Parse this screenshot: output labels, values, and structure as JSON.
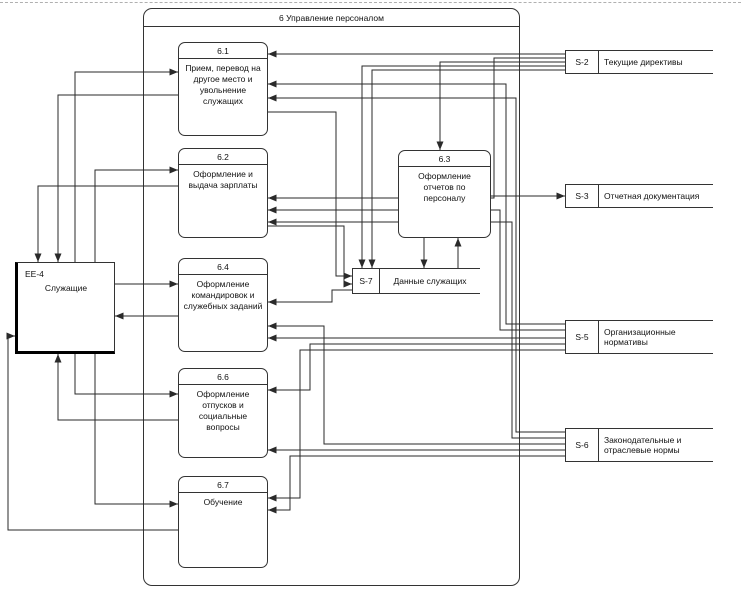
{
  "diagram": {
    "title": "6 Управление персоналом",
    "processes": [
      {
        "id": "6.1",
        "label": "Прием, перевод на другое место и увольнение служащих"
      },
      {
        "id": "6.2",
        "label": "Оформление и выдача зарплаты"
      },
      {
        "id": "6.3",
        "label": "Оформление отчетов по персоналу"
      },
      {
        "id": "6.4",
        "label": "Оформление командировок и служебных заданий"
      },
      {
        "id": "6.6",
        "label": "Оформление отпусков и социальные вопросы"
      },
      {
        "id": "6.7",
        "label": "Обучение"
      }
    ],
    "data_store": {
      "id": "S-7",
      "label": "Данные служащих"
    },
    "external_entity": {
      "id": "EE-4",
      "label": "Служащие"
    },
    "external_stores": [
      {
        "id": "S-2",
        "label": "Текущие директивы"
      },
      {
        "id": "S-3",
        "label": "Отчетная документация"
      },
      {
        "id": "S-5",
        "label": "Организационные нормативы"
      },
      {
        "id": "S-6",
        "label": "Законодательные и отраслевые нормы"
      }
    ]
  }
}
